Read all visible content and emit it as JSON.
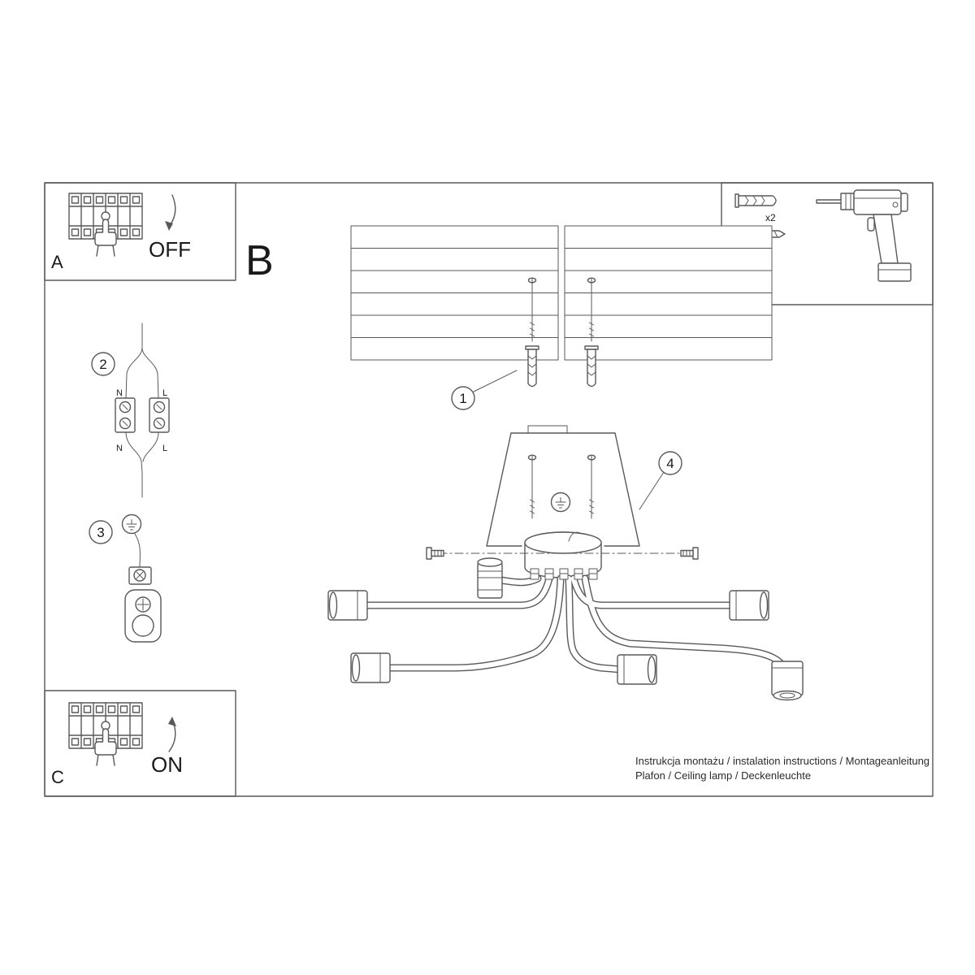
{
  "colors": {
    "line": "#595959",
    "text": "#1a1a1a",
    "background": "#ffffff"
  },
  "panels": {
    "a": {
      "label": "A",
      "state": "OFF"
    },
    "c": {
      "label": "C",
      "state": "ON"
    },
    "b_label": "B",
    "kit": {
      "step": "1",
      "dowel_count": "x2"
    }
  },
  "steps": {
    "ceiling": "1",
    "wiring": "2",
    "ground": "3",
    "canopy": "4"
  },
  "wiring_labels": {
    "top_n": "N",
    "top_l": "L",
    "bottom_n": "N",
    "bottom_l": "L"
  },
  "footer": {
    "line1": "Instrukcja montażu / instalation instructions / Montageanleitung",
    "line2": "Plafon / Ceiling lamp / Deckenleuchte"
  }
}
